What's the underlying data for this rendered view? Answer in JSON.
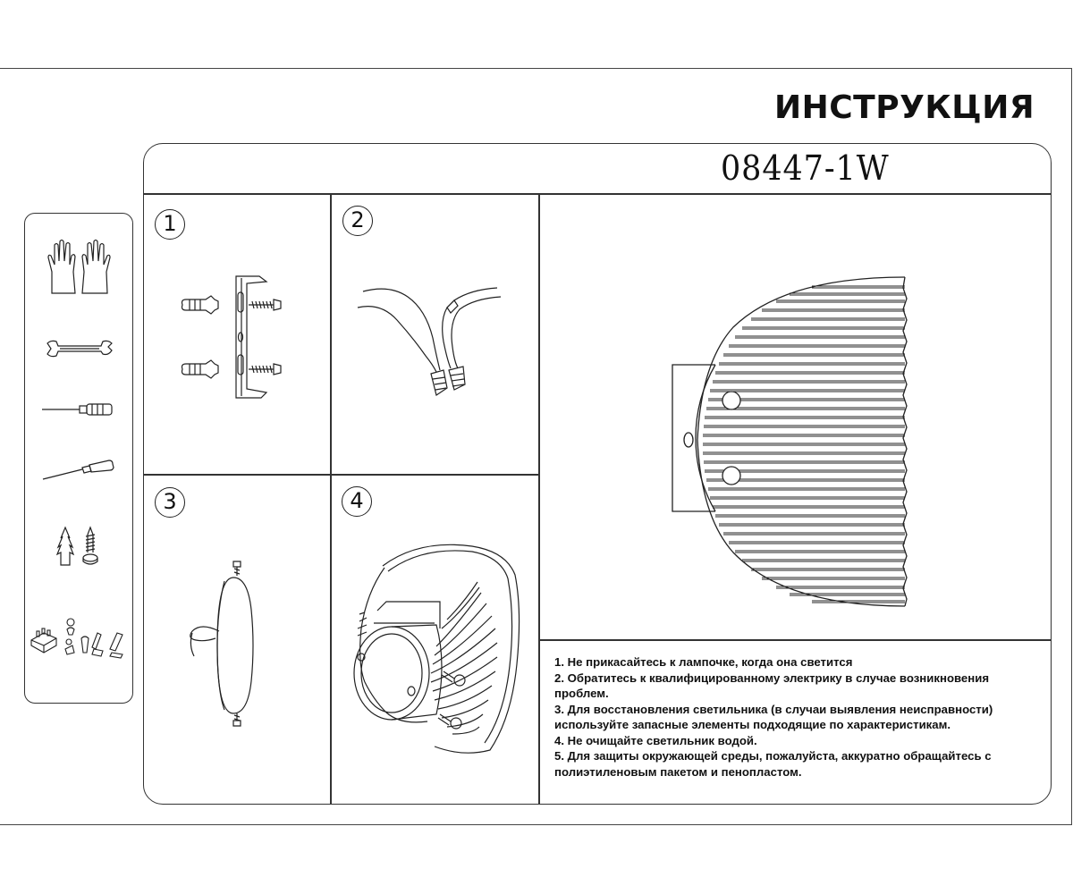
{
  "document": {
    "title": "ИНСТРУКЦИЯ",
    "model": "08447-1W"
  },
  "steps": [
    {
      "number": "1"
    },
    {
      "number": "2"
    },
    {
      "number": "3"
    },
    {
      "number": "4"
    }
  ],
  "tools": [
    {
      "icon": "gloves-icon"
    },
    {
      "icon": "wrench-icon"
    },
    {
      "icon": "screwdriver-flat-icon"
    },
    {
      "icon": "screwdriver-phillips-icon"
    },
    {
      "icon": "anchor-screw-icon"
    },
    {
      "icon": "connector-parts-icon"
    }
  ],
  "instructions": [
    "1. Не прикасайтесь к лампочке, когда она светится",
    "2. Обратитесь к квалифицированному электрику в случае возникновения проблем.",
    "3. Для восстановления светильника (в случаи выявления неисправности) используйте запасные элементы подходящие по характеристикам.",
    "4. Не очищайте светильник водой.",
    "5. Для защиты окружающей среды, пожалуйста, аккуратно обращайтесь с полиэтиленовым пакетом и пенопластом."
  ]
}
